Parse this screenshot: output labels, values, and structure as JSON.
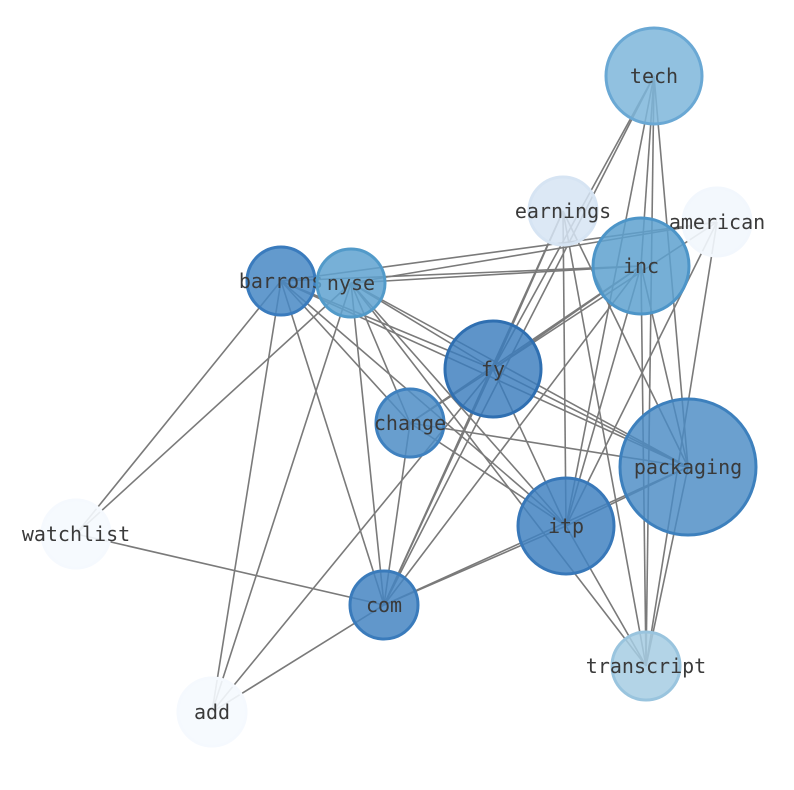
{
  "nodes": [
    {
      "id": "tech",
      "label": "tech",
      "fill": "#7eb6db",
      "stroke": "#6aa8d4",
      "opacity": 0.85
    },
    {
      "id": "earnings",
      "label": "earnings",
      "fill": "#d6e4f3",
      "stroke": "#d6e4f3",
      "opacity": 0.85
    },
    {
      "id": "american",
      "label": "american",
      "fill": "#f2f7fd",
      "stroke": "#f2f7fd",
      "opacity": 0.9
    },
    {
      "id": "inc",
      "label": "inc",
      "fill": "#5ea1cf",
      "stroke": "#4d95c8",
      "opacity": 0.85
    },
    {
      "id": "barrons",
      "label": "barrons",
      "fill": "#4888c4",
      "stroke": "#3a7bbd",
      "opacity": 0.85
    },
    {
      "id": "nyse",
      "label": "nyse",
      "fill": "#5fa2d0",
      "stroke": "#529ac9",
      "opacity": 0.85
    },
    {
      "id": "fy",
      "label": "fy",
      "fill": "#3b7dbd",
      "stroke": "#2f6fb1",
      "opacity": 0.82
    },
    {
      "id": "change",
      "label": "change",
      "fill": "#4d8dc6",
      "stroke": "#3f81bf",
      "opacity": 0.85
    },
    {
      "id": "packaging",
      "label": "packaging",
      "fill": "#4a8bc4",
      "stroke": "#3d80bd",
      "opacity": 0.82
    },
    {
      "id": "itp",
      "label": "itp",
      "fill": "#4283c1",
      "stroke": "#3878b9",
      "opacity": 0.85
    },
    {
      "id": "watchlist",
      "label": "watchlist",
      "fill": "#f5f9fe",
      "stroke": "#f5f9fe",
      "opacity": 0.9
    },
    {
      "id": "com",
      "label": "com",
      "fill": "#4585c2",
      "stroke": "#3a7bbb",
      "opacity": 0.85
    },
    {
      "id": "transcript",
      "label": "transcript",
      "fill": "#a6cde3",
      "stroke": "#99c4de",
      "opacity": 0.85
    },
    {
      "id": "add",
      "label": "add",
      "fill": "#f5f9fe",
      "stroke": "#f5f9fe",
      "opacity": 0.9
    }
  ],
  "edges": [
    [
      "tech",
      "fy"
    ],
    [
      "tech",
      "inc"
    ],
    [
      "tech",
      "packaging"
    ],
    [
      "tech",
      "itp"
    ],
    [
      "tech",
      "transcript"
    ],
    [
      "tech",
      "com"
    ],
    [
      "earnings",
      "fy"
    ],
    [
      "earnings",
      "packaging"
    ],
    [
      "earnings",
      "itp"
    ],
    [
      "earnings",
      "transcript"
    ],
    [
      "earnings",
      "com"
    ],
    [
      "american",
      "barrons"
    ],
    [
      "american",
      "nyse"
    ],
    [
      "american",
      "fy"
    ],
    [
      "american",
      "itp"
    ],
    [
      "american",
      "transcript"
    ],
    [
      "inc",
      "barrons"
    ],
    [
      "inc",
      "nyse"
    ],
    [
      "inc",
      "fy"
    ],
    [
      "inc",
      "change"
    ],
    [
      "inc",
      "packaging"
    ],
    [
      "inc",
      "itp"
    ],
    [
      "inc",
      "com"
    ],
    [
      "inc",
      "transcript"
    ],
    [
      "barrons",
      "fy"
    ],
    [
      "barrons",
      "change"
    ],
    [
      "barrons",
      "packaging"
    ],
    [
      "barrons",
      "itp"
    ],
    [
      "barrons",
      "com"
    ],
    [
      "barrons",
      "watchlist"
    ],
    [
      "barrons",
      "add"
    ],
    [
      "nyse",
      "fy"
    ],
    [
      "nyse",
      "change"
    ],
    [
      "nyse",
      "packaging"
    ],
    [
      "nyse",
      "itp"
    ],
    [
      "nyse",
      "com"
    ],
    [
      "nyse",
      "transcript"
    ],
    [
      "nyse",
      "watchlist"
    ],
    [
      "nyse",
      "add"
    ],
    [
      "fy",
      "change"
    ],
    [
      "fy",
      "packaging"
    ],
    [
      "fy",
      "itp"
    ],
    [
      "fy",
      "com"
    ],
    [
      "fy",
      "add"
    ],
    [
      "change",
      "packaging"
    ],
    [
      "change",
      "itp"
    ],
    [
      "change",
      "com"
    ],
    [
      "packaging",
      "itp"
    ],
    [
      "packaging",
      "com"
    ],
    [
      "packaging",
      "transcript"
    ],
    [
      "itp",
      "com"
    ],
    [
      "itp",
      "transcript"
    ],
    [
      "com",
      "watchlist"
    ],
    [
      "com",
      "add"
    ]
  ]
}
